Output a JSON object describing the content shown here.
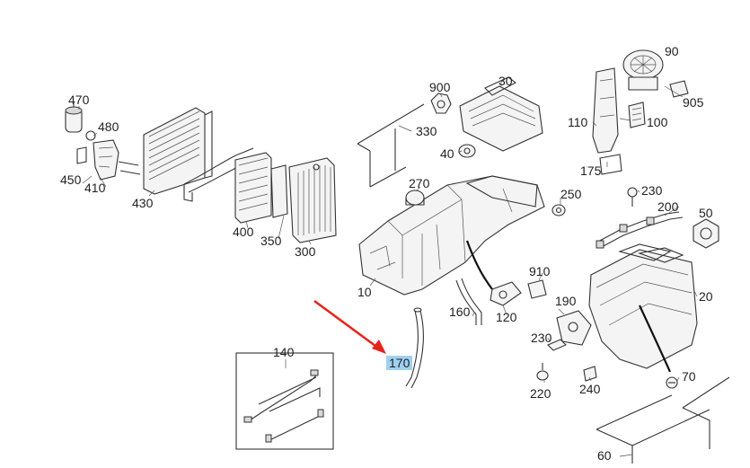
{
  "diagram": {
    "highlighted_part": "170",
    "callouts": [
      "470",
      "480",
      "450",
      "410",
      "430",
      "400",
      "350",
      "300",
      "900",
      "30",
      "330",
      "40",
      "270",
      "10",
      "250",
      "910",
      "120",
      "160",
      "190",
      "230",
      "220",
      "240",
      "170",
      "140",
      "60",
      "90",
      "905",
      "110",
      "100",
      "175",
      "230",
      "200",
      "50",
      "20",
      "70"
    ],
    "colors": {
      "highlight": "#9fd0f0",
      "arrow": "#e8221b",
      "line": "#333333"
    }
  }
}
